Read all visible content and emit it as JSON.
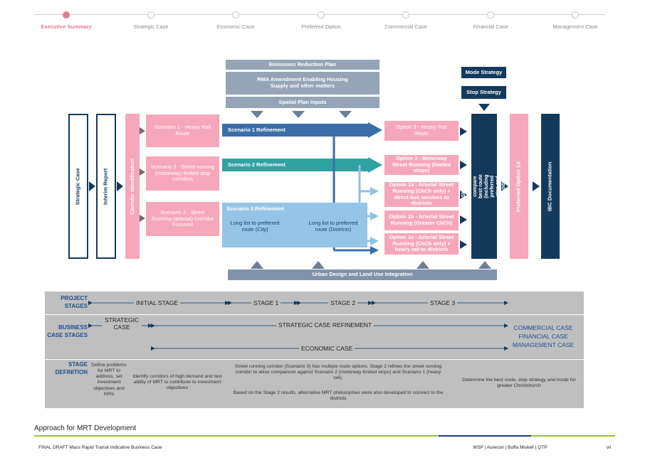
{
  "nav": {
    "steps": [
      {
        "label": "Executive Summary",
        "active": true
      },
      {
        "label": "Strategic Case",
        "active": false
      },
      {
        "label": "Economic Case",
        "active": false
      },
      {
        "label": "Preferred Option",
        "active": false
      },
      {
        "label": "Commercial Case",
        "active": false
      },
      {
        "label": "Financial Case",
        "active": false
      },
      {
        "label": "Management Case",
        "active": false
      }
    ]
  },
  "diagram": {
    "emissions": "Emissions Reduction Plan",
    "rma": "RMA Amendment Enabling Housing Supply and other matters",
    "spatial": "Spatial Plan Inputs",
    "mode_strategy": "Mode Strategy",
    "stop_strategy": "Stop Strategy",
    "strategic_case": "Strategic Case",
    "interim_report": "Interim Report",
    "corridor_identification": "Corridor Identification",
    "scenario1": "Scenario 1 - Heavy Rail Route",
    "scenario2": "Scenario 2 - Street running (motorway) limited stop corridors",
    "scenario3": "Scenario 3 - Street Running (arterial) Corridor Focused",
    "refine1": "Scenario 1 Refinement",
    "refine2": "Scenario 2 Refinement",
    "refine3": "Scenario 3 Refinement",
    "longlist_city": "Long list to preferred route (City)",
    "longlist_districts": "Long list to preferred route (Districts)",
    "option3": "Option 3 - Heavy Rail Route",
    "option2": "Option 2 - Motorway Street Running (limited stops)",
    "option1a": "Option 1a - Arterial Street Running (ChCh only) + direct bus services to districts",
    "option1b": "Option 1b - Arterial Street Running (Greater ChCh)",
    "option1c": "Option 1c - Arterial Street Running (ChCh only) + heavy rail to districts",
    "shortlist": "Short list to compare best route (including preferred stop and mode)",
    "preferred": "Preferred Option 1A",
    "ibc": "IBC Documentation",
    "urban": "Urban Design and Land Use Integration"
  },
  "table": {
    "project_stages": "PROJECT STAGES",
    "business_case_stages": "BUSINESS CASE STAGES",
    "stage_definition": "STAGE DEFINITION",
    "initial_stage": "INITIAL STAGE",
    "stage1": "STAGE 1",
    "stage2": "STAGE 2",
    "stage3": "STAGE 3",
    "strategic_case": "STRATEGIC CASE",
    "strategic_case_refinement": "STRATEGIC CASE REFINEMENT",
    "commercial_case": "COMMERCIAL CASE",
    "financial_case": "FINANCIAL CASE",
    "management_case": "MANAGEMENT CASE",
    "economic_case": "ECONOMIC CASE",
    "def1": "Define problems for MRT to address, set investment objectives and KPIs",
    "def2": "Identify corridors of high demand and test ability of MRT to contribute to investment objectives",
    "def3a": "Street running corridor (Scenario 3) has multiple route options. Stage 2 refines the street running corridor to allow comparison against Scenario 2 (motorway limited stops) and Scenario 1 (heavy rail).",
    "def3b": "Based on the Stage 2 results, alternative MRT philosophies were also developed to connect to the districts",
    "def4": "Determine the best route, stop strategy and mode for greater Christchurch"
  },
  "caption": "Approach for MRT Development",
  "footer": {
    "left": "FINAL DRAFT Mass Rapid Transit Indicative Business Case",
    "center": "WSP | Aurecon | Boffa Miskell | QTP",
    "page": "vii"
  }
}
